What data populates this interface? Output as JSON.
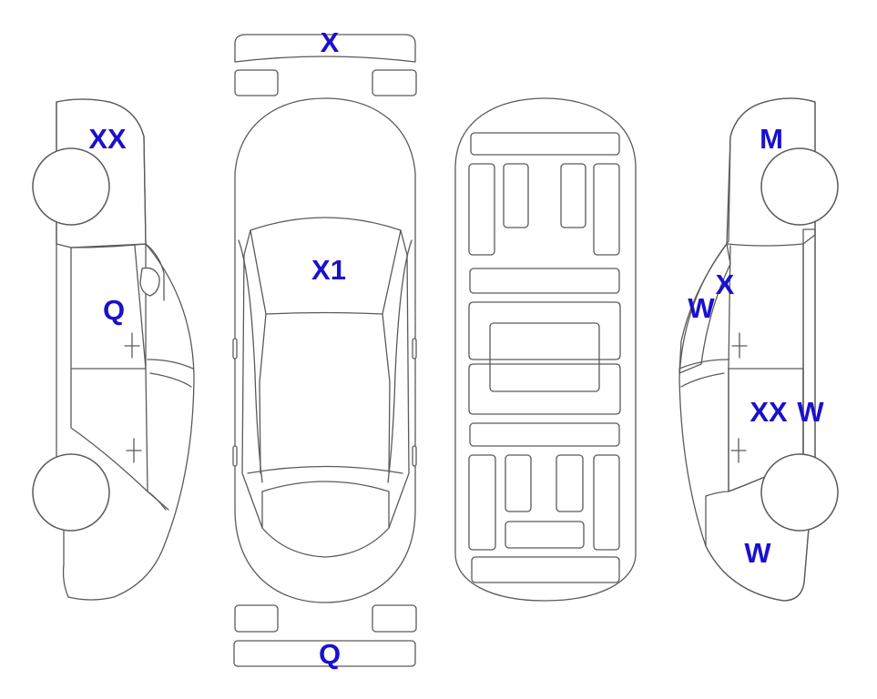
{
  "colors": {
    "damage": "#f8a82e",
    "light": "#e4f5fb",
    "label": "#1a10cc",
    "outline": "#5a5a5a"
  },
  "labels": {
    "front_bumper": "X",
    "rear_bumper": "Q",
    "left_front_fender": "XX",
    "left_front_door": "Q",
    "hood": "X1",
    "right_rear_fender": "M",
    "right_pillar_x": "X",
    "right_pillar_w": "W",
    "right_front_door_xx": "XX",
    "right_front_door_w": "W",
    "right_front_fender": "W"
  }
}
